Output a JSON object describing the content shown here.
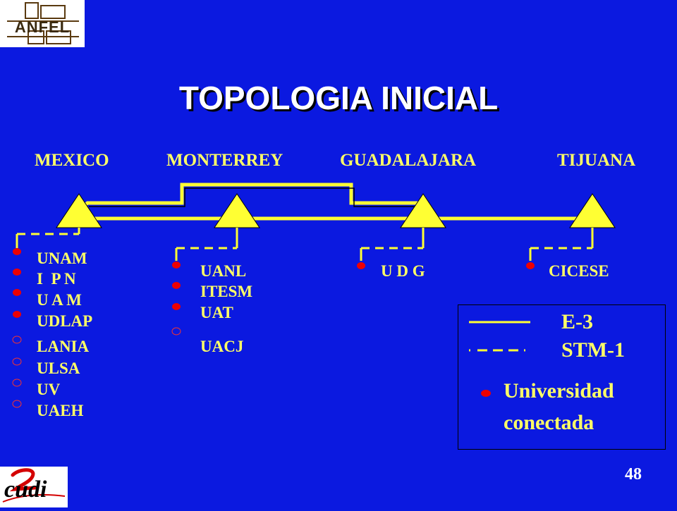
{
  "title": "TOPOLOGIA INICIAL",
  "cities": [
    "MEXICO",
    "MONTERREY",
    "GUADALAJARA",
    "TIJUANA"
  ],
  "nodes": {
    "mexico": [
      {
        "name": "UNAM",
        "connected": true
      },
      {
        "name": "I  P N",
        "connected": true
      },
      {
        "name": "U A M",
        "connected": true
      },
      {
        "name": "UDLAP",
        "connected": true
      },
      {
        "name": "LANIA",
        "connected": false
      },
      {
        "name": "ULSA",
        "connected": false
      },
      {
        "name": "UV",
        "connected": false
      },
      {
        "name": "UAEH",
        "connected": false
      }
    ],
    "monterrey": [
      {
        "name": "UANL",
        "connected": true
      },
      {
        "name": "ITESM",
        "connected": true
      },
      {
        "name": "UAT",
        "connected": true
      },
      {
        "name": "UACJ",
        "connected": false
      }
    ],
    "guadalajara": [
      {
        "name": "U D G",
        "connected": true
      }
    ],
    "tijuana": [
      {
        "name": "CICESE",
        "connected": true
      }
    ]
  },
  "legend": {
    "e3": "E-3",
    "stm1": "STM-1",
    "university_line1": "Universidad",
    "university_line2": "conectada"
  },
  "logos": {
    "anfel": "ANFEL",
    "cudi": "cudi"
  },
  "page_number": "48",
  "colors": {
    "background": "#0b19e0",
    "link": "#ffff33",
    "label": "#ffff66",
    "connected_dot": "#ee0000"
  }
}
